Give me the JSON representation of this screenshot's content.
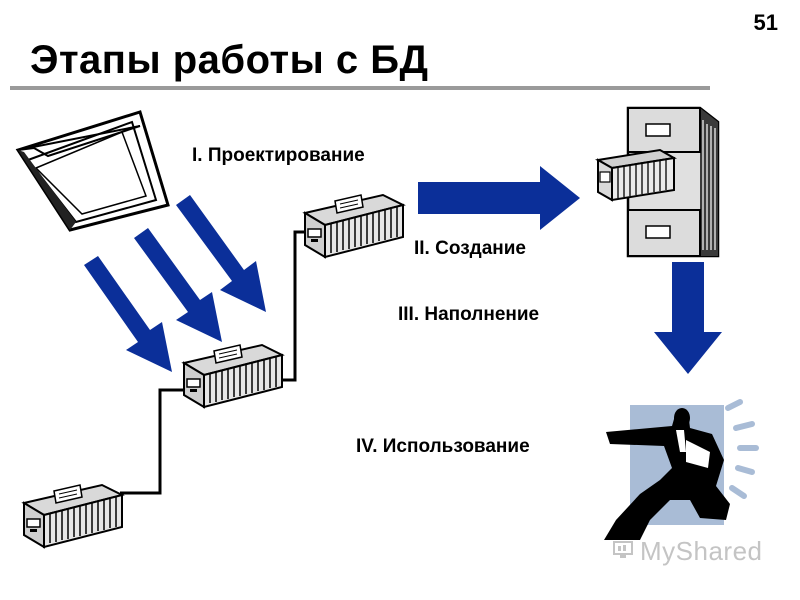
{
  "slide": {
    "number": "51",
    "title": "Этапы работы с БД"
  },
  "stages": [
    {
      "label": "I. Проектирование"
    },
    {
      "label": "II. Создание"
    },
    {
      "label": "III. Наполнение"
    },
    {
      "label": "IV. Использование"
    }
  ],
  "colors": {
    "arrow": "#0b2f99",
    "rule": "#9a9a9a",
    "figure_backdrop": "#a9bcd6"
  },
  "icons": [
    "folder-icon",
    "card-catalog-drawer-icon",
    "filing-cabinet-icon",
    "presenter-figure-icon"
  ],
  "watermark": {
    "text": "MyShared"
  }
}
